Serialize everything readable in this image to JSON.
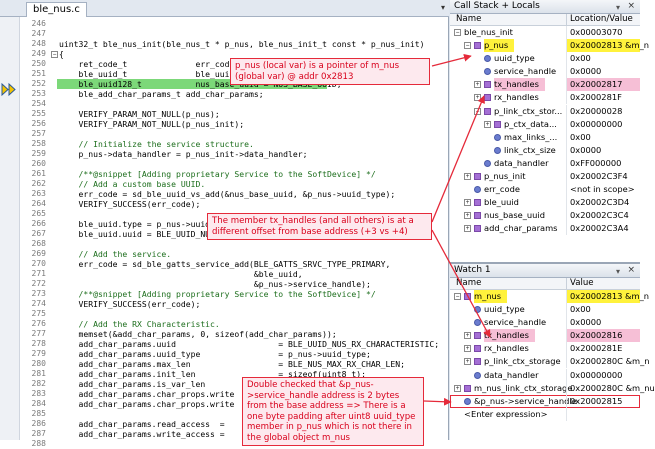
{
  "editor": {
    "tab_label": "ble_nus.c",
    "dropdown_glyph": "▾",
    "lines": [
      {
        "n": "246",
        "t": ""
      },
      {
        "n": "247",
        "t": ""
      },
      {
        "n": "248",
        "t": "uint32_t ble_nus_init(ble_nus_t * p_nus, ble_nus_init_t const * p_nus_init)"
      },
      {
        "n": "249",
        "t": "{",
        "fold": "−"
      },
      {
        "n": "250",
        "t": "    ret_code_t              err_code;"
      },
      {
        "n": "251",
        "t": "    ble_uuid_t              ble_uuid;"
      },
      {
        "n": "252",
        "t": "    ble_uuid128_t           nus_base_uuid = NUS_BASE_UUID;",
        "current": true
      },
      {
        "n": "253",
        "t": "    ble_add_char_params_t add_char_params;"
      },
      {
        "n": "254",
        "t": ""
      },
      {
        "n": "255",
        "t": "    VERIFY_PARAM_NOT_NULL(p_nus);"
      },
      {
        "n": "256",
        "t": "    VERIFY_PARAM_NOT_NULL(p_nus_init);"
      },
      {
        "n": "257",
        "t": ""
      },
      {
        "n": "258",
        "t": "    // Initialize the service structure.",
        "comment": true
      },
      {
        "n": "259",
        "t": "    p_nus->data_handler = p_nus_init->data_handler;"
      },
      {
        "n": "260",
        "t": ""
      },
      {
        "n": "261",
        "t": "    /**@snippet [Adding proprietary Service to the SoftDevice] */",
        "comment": true
      },
      {
        "n": "262",
        "t": "    // Add a custom base UUID.",
        "comment": true
      },
      {
        "n": "263",
        "t": "    err_code = sd_ble_uuid_vs_add(&nus_base_uuid, &p_nus->uuid_type);"
      },
      {
        "n": "264",
        "t": "    VERIFY_SUCCESS(err_code);"
      },
      {
        "n": "265",
        "t": ""
      },
      {
        "n": "266",
        "t": "    ble_uuid.type = p_nus->uuid_type;"
      },
      {
        "n": "267",
        "t": "    ble_uuid.uuid = BLE_UUID_NUS_SERVICE;"
      },
      {
        "n": "268",
        "t": ""
      },
      {
        "n": "269",
        "t": "    // Add the service.",
        "comment": true
      },
      {
        "n": "270",
        "t": "    err_code = sd_ble_gatts_service_add(BLE_GATTS_SRVC_TYPE_PRIMARY,"
      },
      {
        "n": "271",
        "t": "                                        &ble_uuid,"
      },
      {
        "n": "272",
        "t": "                                        &p_nus->service_handle);"
      },
      {
        "n": "273",
        "t": "    /**@snippet [Adding proprietary Service to the SoftDevice] */",
        "comment": true
      },
      {
        "n": "274",
        "t": "    VERIFY_SUCCESS(err_code);"
      },
      {
        "n": "275",
        "t": ""
      },
      {
        "n": "276",
        "t": "    // Add the RX Characteristic.",
        "comment": true
      },
      {
        "n": "277",
        "t": "    memset(&add_char_params, 0, sizeof(add_char_params));"
      },
      {
        "n": "278",
        "t": "    add_char_params.uuid                     = BLE_UUID_NUS_RX_CHARACTERISTIC;"
      },
      {
        "n": "279",
        "t": "    add_char_params.uuid_type                = p_nus->uuid_type;"
      },
      {
        "n": "280",
        "t": "    add_char_params.max_len                  = BLE_NUS_MAX_RX_CHAR_LEN;"
      },
      {
        "n": "281",
        "t": "    add_char_params.init_len                 = sizeof(uint8_t);"
      },
      {
        "n": "282",
        "t": "    add_char_params.is_var_len"
      },
      {
        "n": "283",
        "t": "    add_char_params.char_props.write"
      },
      {
        "n": "284",
        "t": "    add_char_params.char_props.write"
      },
      {
        "n": "285",
        "t": ""
      },
      {
        "n": "286",
        "t": "    add_char_params.read_access  = "
      },
      {
        "n": "287",
        "t": "    add_char_params.write_access = "
      },
      {
        "n": "288",
        "t": ""
      }
    ]
  },
  "annotations": {
    "note_pointer": "p_nus (local var) is a pointer of m_nus (global var) @ addr 0x2813",
    "note_offset": "The member tx_handles (and all others) is at a different offset from base address (+3 vs +4)",
    "note_double_check": "Double checked that &p_nus->service_handle address is 2 bytes from the base address => There is a one byte padding after uint8 uuid_type member in p_nus which is not there in the global object m_nus"
  },
  "callstack": {
    "title": "Call Stack + Locals",
    "pin_glyph": "▾",
    "close_glyph": "×",
    "col_name": "Name",
    "col_value": "Location/Value",
    "rows": [
      {
        "indent": 0,
        "exp": "−",
        "icon": "none",
        "name": "ble_nus_init",
        "value": "0x00003070"
      },
      {
        "indent": 1,
        "exp": "−",
        "icon": "sqr",
        "name": "p_nus",
        "value": "0x20002813 &m_n",
        "hl": "ylw"
      },
      {
        "indent": 2,
        "exp": "",
        "icon": "dot",
        "name": "uuid_type",
        "value": "0x00"
      },
      {
        "indent": 2,
        "exp": "",
        "icon": "dot",
        "name": "service_handle",
        "value": "0x0000"
      },
      {
        "indent": 2,
        "exp": "+",
        "icon": "sqr",
        "name": "tx_handles",
        "value": "0x20002817",
        "hl": "pnk"
      },
      {
        "indent": 2,
        "exp": "+",
        "icon": "sqr",
        "name": "rx_handles",
        "value": "0x2000281F"
      },
      {
        "indent": 2,
        "exp": "−",
        "icon": "sqr",
        "name": "p_link_ctx_stor...",
        "value": "0x20000028"
      },
      {
        "indent": 3,
        "exp": "+",
        "icon": "sqr",
        "name": "p_ctx_data...",
        "value": "0x00000000"
      },
      {
        "indent": 3,
        "exp": "",
        "icon": "dot",
        "name": "max_links_...",
        "value": "0x00"
      },
      {
        "indent": 3,
        "exp": "",
        "icon": "dot",
        "name": "link_ctx_size",
        "value": "0x0000"
      },
      {
        "indent": 2,
        "exp": "",
        "icon": "dot",
        "name": "data_handler",
        "value": "0xFF000000"
      },
      {
        "indent": 1,
        "exp": "+",
        "icon": "sqr",
        "name": "p_nus_init",
        "value": "0x20002C3F4"
      },
      {
        "indent": 1,
        "exp": "",
        "icon": "dot",
        "name": "err_code",
        "value": "<not in scope>"
      },
      {
        "indent": 1,
        "exp": "+",
        "icon": "sqr",
        "name": "ble_uuid",
        "value": "0x20002C3D4"
      },
      {
        "indent": 1,
        "exp": "+",
        "icon": "sqr",
        "name": "nus_base_uuid",
        "value": "0x20002C3C4"
      },
      {
        "indent": 1,
        "exp": "+",
        "icon": "sqr",
        "name": "add_char_params",
        "value": "0x20002C3A4"
      }
    ]
  },
  "watch": {
    "title": "Watch 1",
    "pin_glyph": "▾",
    "close_glyph": "×",
    "col_name": "Name",
    "col_value": "Value",
    "rows": [
      {
        "indent": 0,
        "exp": "−",
        "icon": "sqr",
        "name": "m_nus",
        "value": "0x20002813 &m_n",
        "hl": "ylw"
      },
      {
        "indent": 1,
        "exp": "",
        "icon": "dot",
        "name": "uuid_type",
        "value": "0x00"
      },
      {
        "indent": 1,
        "exp": "",
        "icon": "dot",
        "name": "service_handle",
        "value": "0x0000"
      },
      {
        "indent": 1,
        "exp": "+",
        "icon": "sqr",
        "name": "tx_handles",
        "value": "0x20002816",
        "hl": "pnk"
      },
      {
        "indent": 1,
        "exp": "+",
        "icon": "sqr",
        "name": "rx_handles",
        "value": "0x2000281E"
      },
      {
        "indent": 1,
        "exp": "+",
        "icon": "sqr",
        "name": "p_link_ctx_storage",
        "value": "0x2000280C &m_n"
      },
      {
        "indent": 1,
        "exp": "",
        "icon": "dot",
        "name": "data_handler",
        "value": "0x00000000"
      },
      {
        "indent": 0,
        "exp": "+",
        "icon": "sqr",
        "name": "m_nus_link_ctx_storage",
        "value": "0x2000280C &m_nu"
      },
      {
        "indent": 0,
        "exp": "",
        "icon": "dot",
        "name": "&p_nus->service_handle",
        "value": "0x20002815",
        "hl": "redbox"
      },
      {
        "indent": 0,
        "exp": "",
        "icon": "none",
        "name": "<Enter expression>",
        "value": ""
      }
    ]
  },
  "colors": {
    "note_border": "#e52a3a",
    "note_text": "#d8001b",
    "current_line": "#7cd879",
    "highlight_yellow": "#fff23c",
    "highlight_pink": "#f6bfd6"
  }
}
